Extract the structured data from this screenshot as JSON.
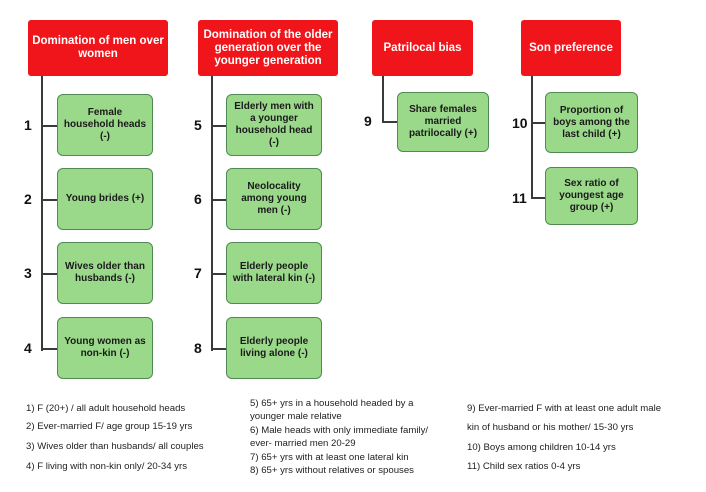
{
  "headers": [
    {
      "text": "Domination of men over women"
    },
    {
      "text": "Domination of the older generation over the younger generation"
    },
    {
      "text": "Patrilocal bias"
    },
    {
      "text": "Son preference"
    }
  ],
  "indicators": [
    {
      "num": "1",
      "text": "Female household heads (-)"
    },
    {
      "num": "2",
      "text": "Young brides (+)"
    },
    {
      "num": "3",
      "text": "Wives older than husbands (-)"
    },
    {
      "num": "4",
      "text": "Young women as non-kin (-)"
    },
    {
      "num": "5",
      "text": "Elderly men with a younger household head (-)"
    },
    {
      "num": "6",
      "text": "Neolocality among young men (-)"
    },
    {
      "num": "7",
      "text": "Elderly people with lateral kin (-)"
    },
    {
      "num": "8",
      "text": "Elderly people living alone (-)"
    },
    {
      "num": "9",
      "text": "Share females married patrilocally (+)"
    },
    {
      "num": "10",
      "text": "Proportion of boys among the last child (+)"
    },
    {
      "num": "11",
      "text": "Sex ratio of youngest age group (+)"
    }
  ],
  "notes": {
    "col1": [
      "1)      F (20+) / all adult household heads",
      "2)      Ever-married F/ age group 15-19 yrs",
      "3)      Wives older than husbands/ all couples",
      "4)      F living with non-kin only/ 20-34 yrs"
    ],
    "col2": [
      "5)   65+ yrs in a household headed by a",
      "       younger male relative",
      "6)   Male heads with only immediate family/",
      "       ever- married  men 20-29",
      "7)   65+ yrs with at least one lateral kin",
      "8)   65+ yrs without relatives or spouses"
    ],
    "col3": [
      "9) Ever-married F with at least one adult male",
      "     kin of husband or his mother/ 15-30 yrs",
      "10) Boys among children 10-14 yrs",
      "11) Child sex ratios 0-4 yrs"
    ]
  },
  "colors": {
    "header": "#f0151b",
    "box": "#9bd98a",
    "box_border": "#4f8a53",
    "connector": "#3a3a3a"
  }
}
